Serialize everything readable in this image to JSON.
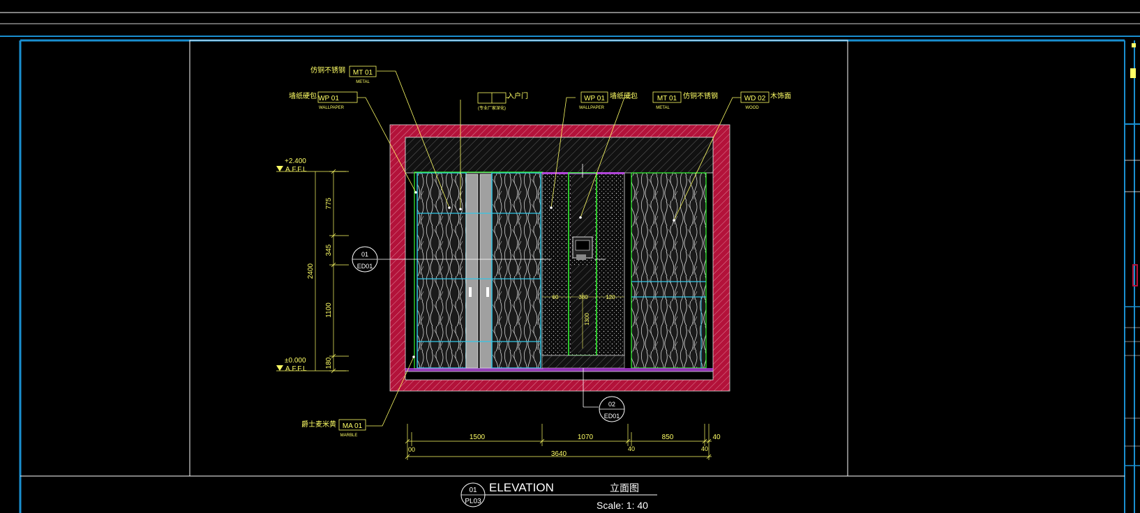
{
  "colors": {
    "background": "#000000",
    "frame": "#1a8fd0",
    "sheet_line": "#ffffff",
    "annotation": "#ffff66",
    "wall_red": "#b3123a",
    "glass_cyan": "#33c6e6",
    "green_outline": "#33ff33",
    "purple_outline": "#cc44ff",
    "door_grey": "#a0a0a0"
  },
  "elevation_levels": {
    "top": {
      "value": "+2.400",
      "tag": "A.F.F.L"
    },
    "bottom": {
      "value": "±0.000",
      "tag": "A.F.F.L"
    }
  },
  "vertical_dims": {
    "segments": [
      "775",
      "345",
      "1100",
      "180"
    ],
    "total": "2400"
  },
  "horizontal_dims": {
    "top": [
      "1500",
      "1070",
      "850",
      "40"
    ],
    "bottom": [
      "00",
      "40",
      "40"
    ],
    "total": "3640"
  },
  "inner_dims": {
    "h": [
      "60",
      "380",
      "120"
    ],
    "v": "1300"
  },
  "tags": [
    {
      "code": "MT 01",
      "sub": "METAL",
      "label": "仿铜不锈钢"
    },
    {
      "code": "WP 01",
      "sub": "WALLPAPER",
      "label": "墙纸硬包"
    },
    {
      "code": "",
      "sub": "(专业厂家深化)",
      "label": "入户门"
    },
    {
      "code": "WP 01",
      "sub": "WALLPAPER",
      "label": "墙纸硬包"
    },
    {
      "code": "MT 01",
      "sub": "METAL",
      "label": "仿铜不锈钢"
    },
    {
      "code": "WD 02",
      "sub": "WOOD",
      "label": "木饰面"
    },
    {
      "code": "MA 01",
      "sub": "MARBLE",
      "label": "爵士麦米黄"
    }
  ],
  "section_callouts": [
    {
      "num": "01",
      "ref": "ED01"
    },
    {
      "num": "02",
      "ref": "ED01"
    }
  ],
  "title_block": {
    "num": "01",
    "ref": "PL03",
    "title": "ELEVATION",
    "title_cn": "立面图",
    "scale": "Scale: 1: 40"
  }
}
